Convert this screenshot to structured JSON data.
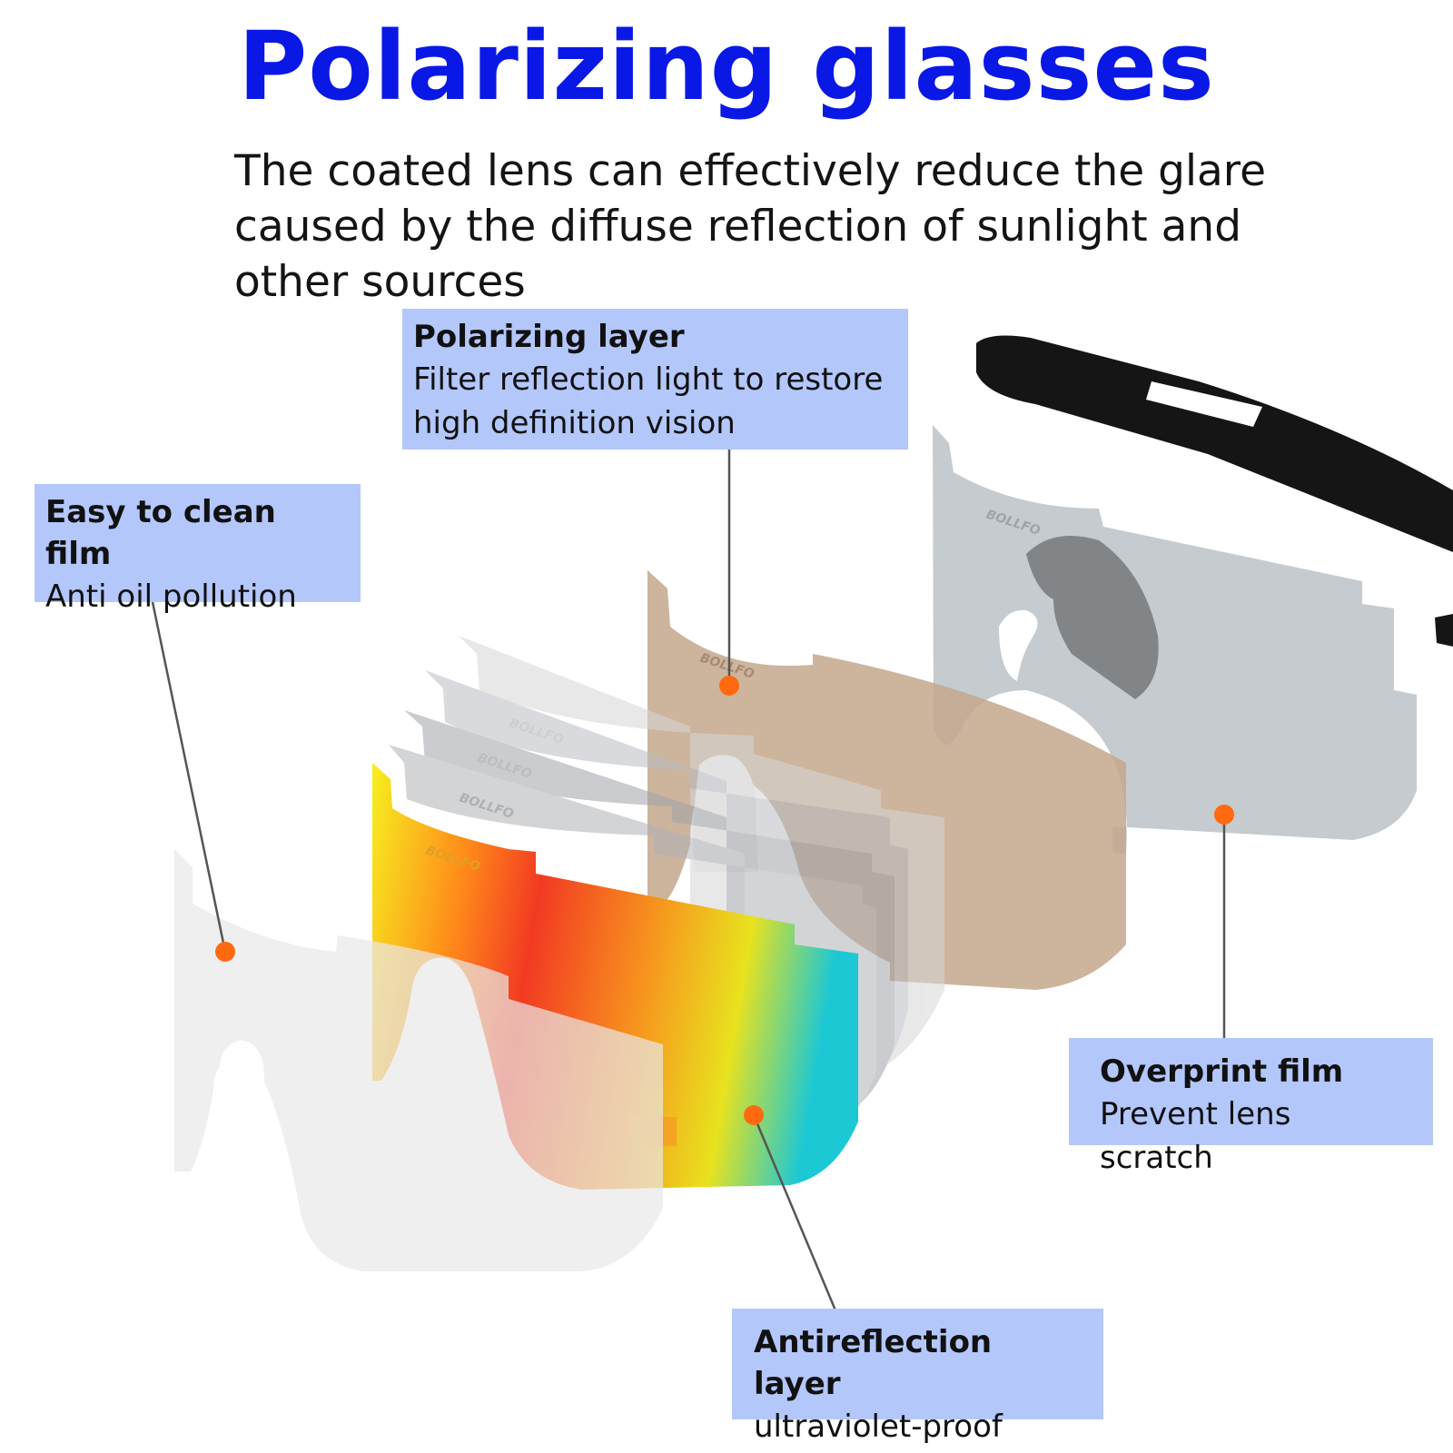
{
  "header": {
    "title": "Polarizing glasses",
    "subtitle": "The coated lens can effectively reduce the glare caused by the diffuse reflection of sunlight and other sources"
  },
  "callouts": {
    "polarizing": {
      "title": "Polarizing layer",
      "text": "Filter reflection light to restore high definition vision"
    },
    "easy_clean": {
      "title": "Easy to clean film",
      "text": "Anti oil pollution"
    },
    "overprint": {
      "title": "Overprint film",
      "text": "Prevent lens scratch"
    },
    "antireflection": {
      "title": "Antireflection layer",
      "text": "ultraviolet-proof"
    }
  },
  "colors": {
    "title": "#0a18e6",
    "callout_bg": "#b3c7fb",
    "marker": "#ff6a10",
    "leader_line": "#555555"
  },
  "brand_mark": "BOLLFO"
}
